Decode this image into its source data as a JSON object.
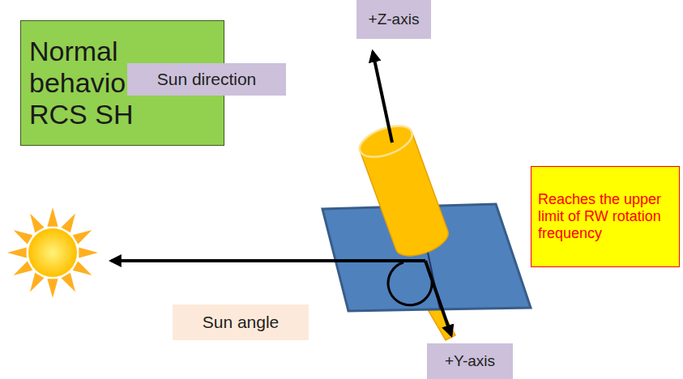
{
  "diagram": {
    "nodes": [
      {
        "text": [
          "+Z-axis"
        ]
      },
      {
        "text": [
          "Normal behavior of the RCS SH"
        ]
      },
      {
        "text": [
          "Sun direction"
        ]
      },
      {
        "text": [
          "Reaches the upper limit of RW rotation frequency"
        ]
      },
      {
        "text": [
          "Sun angle"
        ]
      },
      {
        "text": [
          "+Y-axis"
        ]
      }
    ]
  }
}
